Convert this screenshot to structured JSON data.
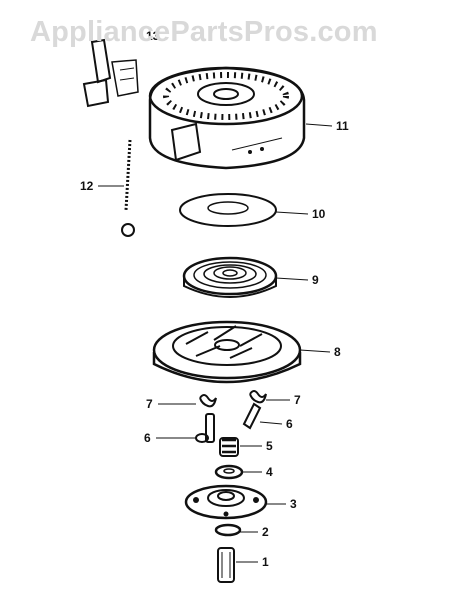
{
  "watermark": "AppliancePartsPros.com",
  "diagram": {
    "callouts": {
      "p1": "1",
      "p2": "2",
      "p3": "3",
      "p4": "4",
      "p5": "5",
      "p6_left": "6",
      "p6_right": "6",
      "p7_left": "7",
      "p7_right": "7",
      "p8": "8",
      "p9": "9",
      "p10": "10",
      "p11": "11",
      "p12": "12",
      "p13": "13"
    }
  },
  "colors": {
    "ink": "#111111",
    "watermark": "#d9d9d9",
    "background": "#ffffff"
  }
}
